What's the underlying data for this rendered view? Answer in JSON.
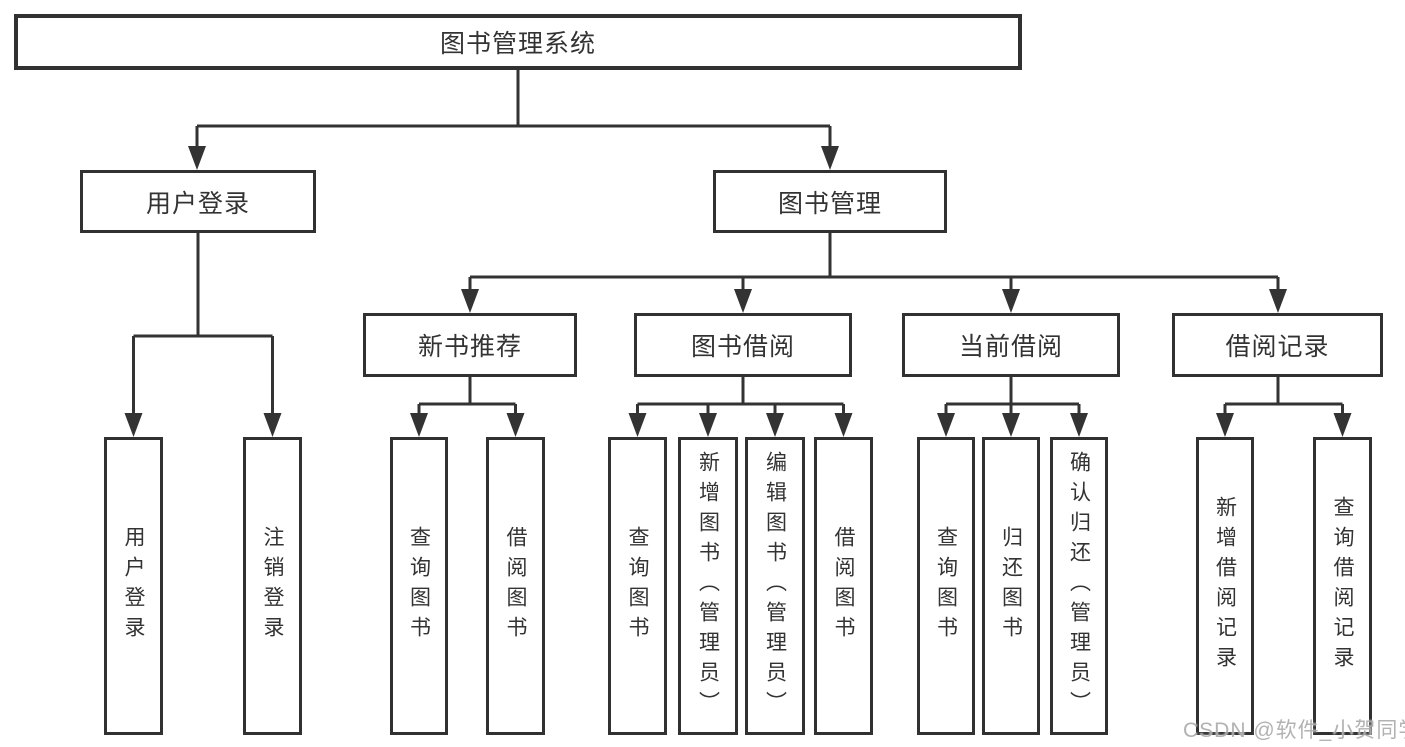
{
  "title": "图书管理系统",
  "watermark": "CSDN @软件_小贺同学",
  "colors": {
    "background": "#ffffff",
    "line": "#333333",
    "box_border": "#313131",
    "text": "#333333",
    "watermark": "#a5a5a5"
  },
  "nodes": [
    {
      "id": "root",
      "label": "图书管理系统",
      "level": 1,
      "parent": null
    },
    {
      "id": "user-login",
      "label": "用户登录",
      "level": 2,
      "parent": "root"
    },
    {
      "id": "book-management",
      "label": "图书管理",
      "level": 2,
      "parent": "root"
    },
    {
      "id": "new-book-recommendation",
      "label": "新书推荐",
      "level": 3,
      "parent": "book-management"
    },
    {
      "id": "book-borrowing",
      "label": "图书借阅",
      "level": 3,
      "parent": "book-management"
    },
    {
      "id": "current-borrowing",
      "label": "当前借阅",
      "level": 3,
      "parent": "book-management"
    },
    {
      "id": "borrowing-records",
      "label": "借阅记录",
      "level": 3,
      "parent": "book-management"
    },
    {
      "id": "leaf-user-login",
      "label": "用户登录",
      "level": 4,
      "parent": "user-login"
    },
    {
      "id": "leaf-logout",
      "label": "注销登录",
      "level": 4,
      "parent": "user-login"
    },
    {
      "id": "leaf-query-book-1",
      "label": "查询图书",
      "level": 4,
      "parent": "new-book-recommendation"
    },
    {
      "id": "leaf-borrow-book-1",
      "label": "借阅图书",
      "level": 4,
      "parent": "new-book-recommendation"
    },
    {
      "id": "leaf-query-book-2",
      "label": "查询图书",
      "level": 4,
      "parent": "book-borrowing"
    },
    {
      "id": "leaf-add-book",
      "label": "新增图书（管理员）",
      "level": 4,
      "parent": "book-borrowing"
    },
    {
      "id": "leaf-edit-book",
      "label": "编辑图书（管理员）",
      "level": 4,
      "parent": "book-borrowing"
    },
    {
      "id": "leaf-borrow-book-2",
      "label": "借阅图书",
      "level": 4,
      "parent": "book-borrowing"
    },
    {
      "id": "leaf-query-book-3",
      "label": "查询图书",
      "level": 4,
      "parent": "current-borrowing"
    },
    {
      "id": "leaf-return-book",
      "label": "归还图书",
      "level": 4,
      "parent": "current-borrowing"
    },
    {
      "id": "leaf-confirm-return",
      "label": "确认归还（管理员）",
      "level": 4,
      "parent": "current-borrowing"
    },
    {
      "id": "leaf-add-borrow-record",
      "label": "新增借阅记录",
      "level": 4,
      "parent": "borrowing-records"
    },
    {
      "id": "leaf-query-borrow-record",
      "label": "查询借阅记录",
      "level": 4,
      "parent": "borrowing-records"
    }
  ]
}
